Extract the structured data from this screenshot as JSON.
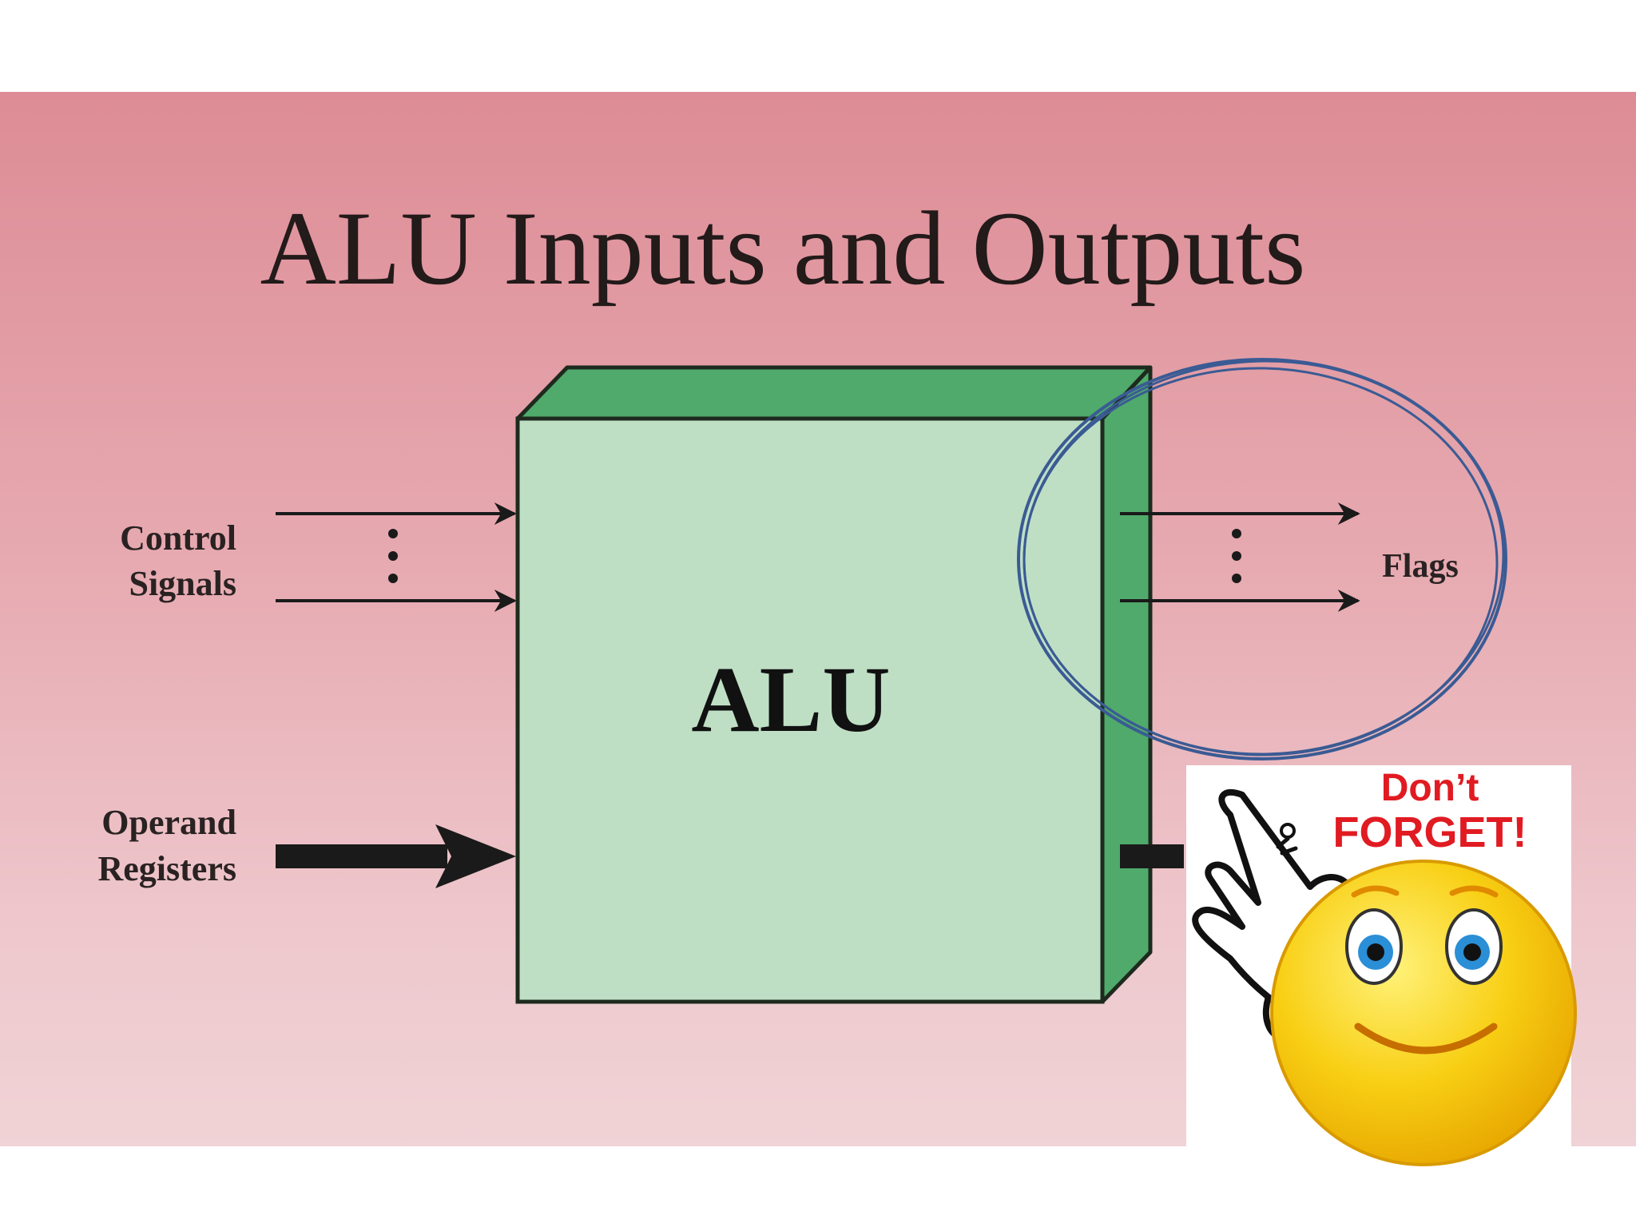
{
  "slide": {
    "title": "ALU Inputs and Outputs"
  },
  "diagram": {
    "block_label": "ALU",
    "inputs": {
      "control": [
        "Control",
        "Signals"
      ],
      "operand": [
        "Operand",
        "Registers"
      ]
    },
    "outputs": {
      "flags": "Flags"
    }
  },
  "sticker": {
    "line1": "Don’t",
    "line2": "FORGET!"
  },
  "colors": {
    "background_top": "#dd8c95",
    "background_bottom": "#f0d3d6",
    "alu_face": "#bfdfc5",
    "alu_side": "#4faa6b",
    "highlight_circle": "#3a5b94",
    "sticker_text": "#e11b22",
    "smiley": "#f5c300"
  }
}
